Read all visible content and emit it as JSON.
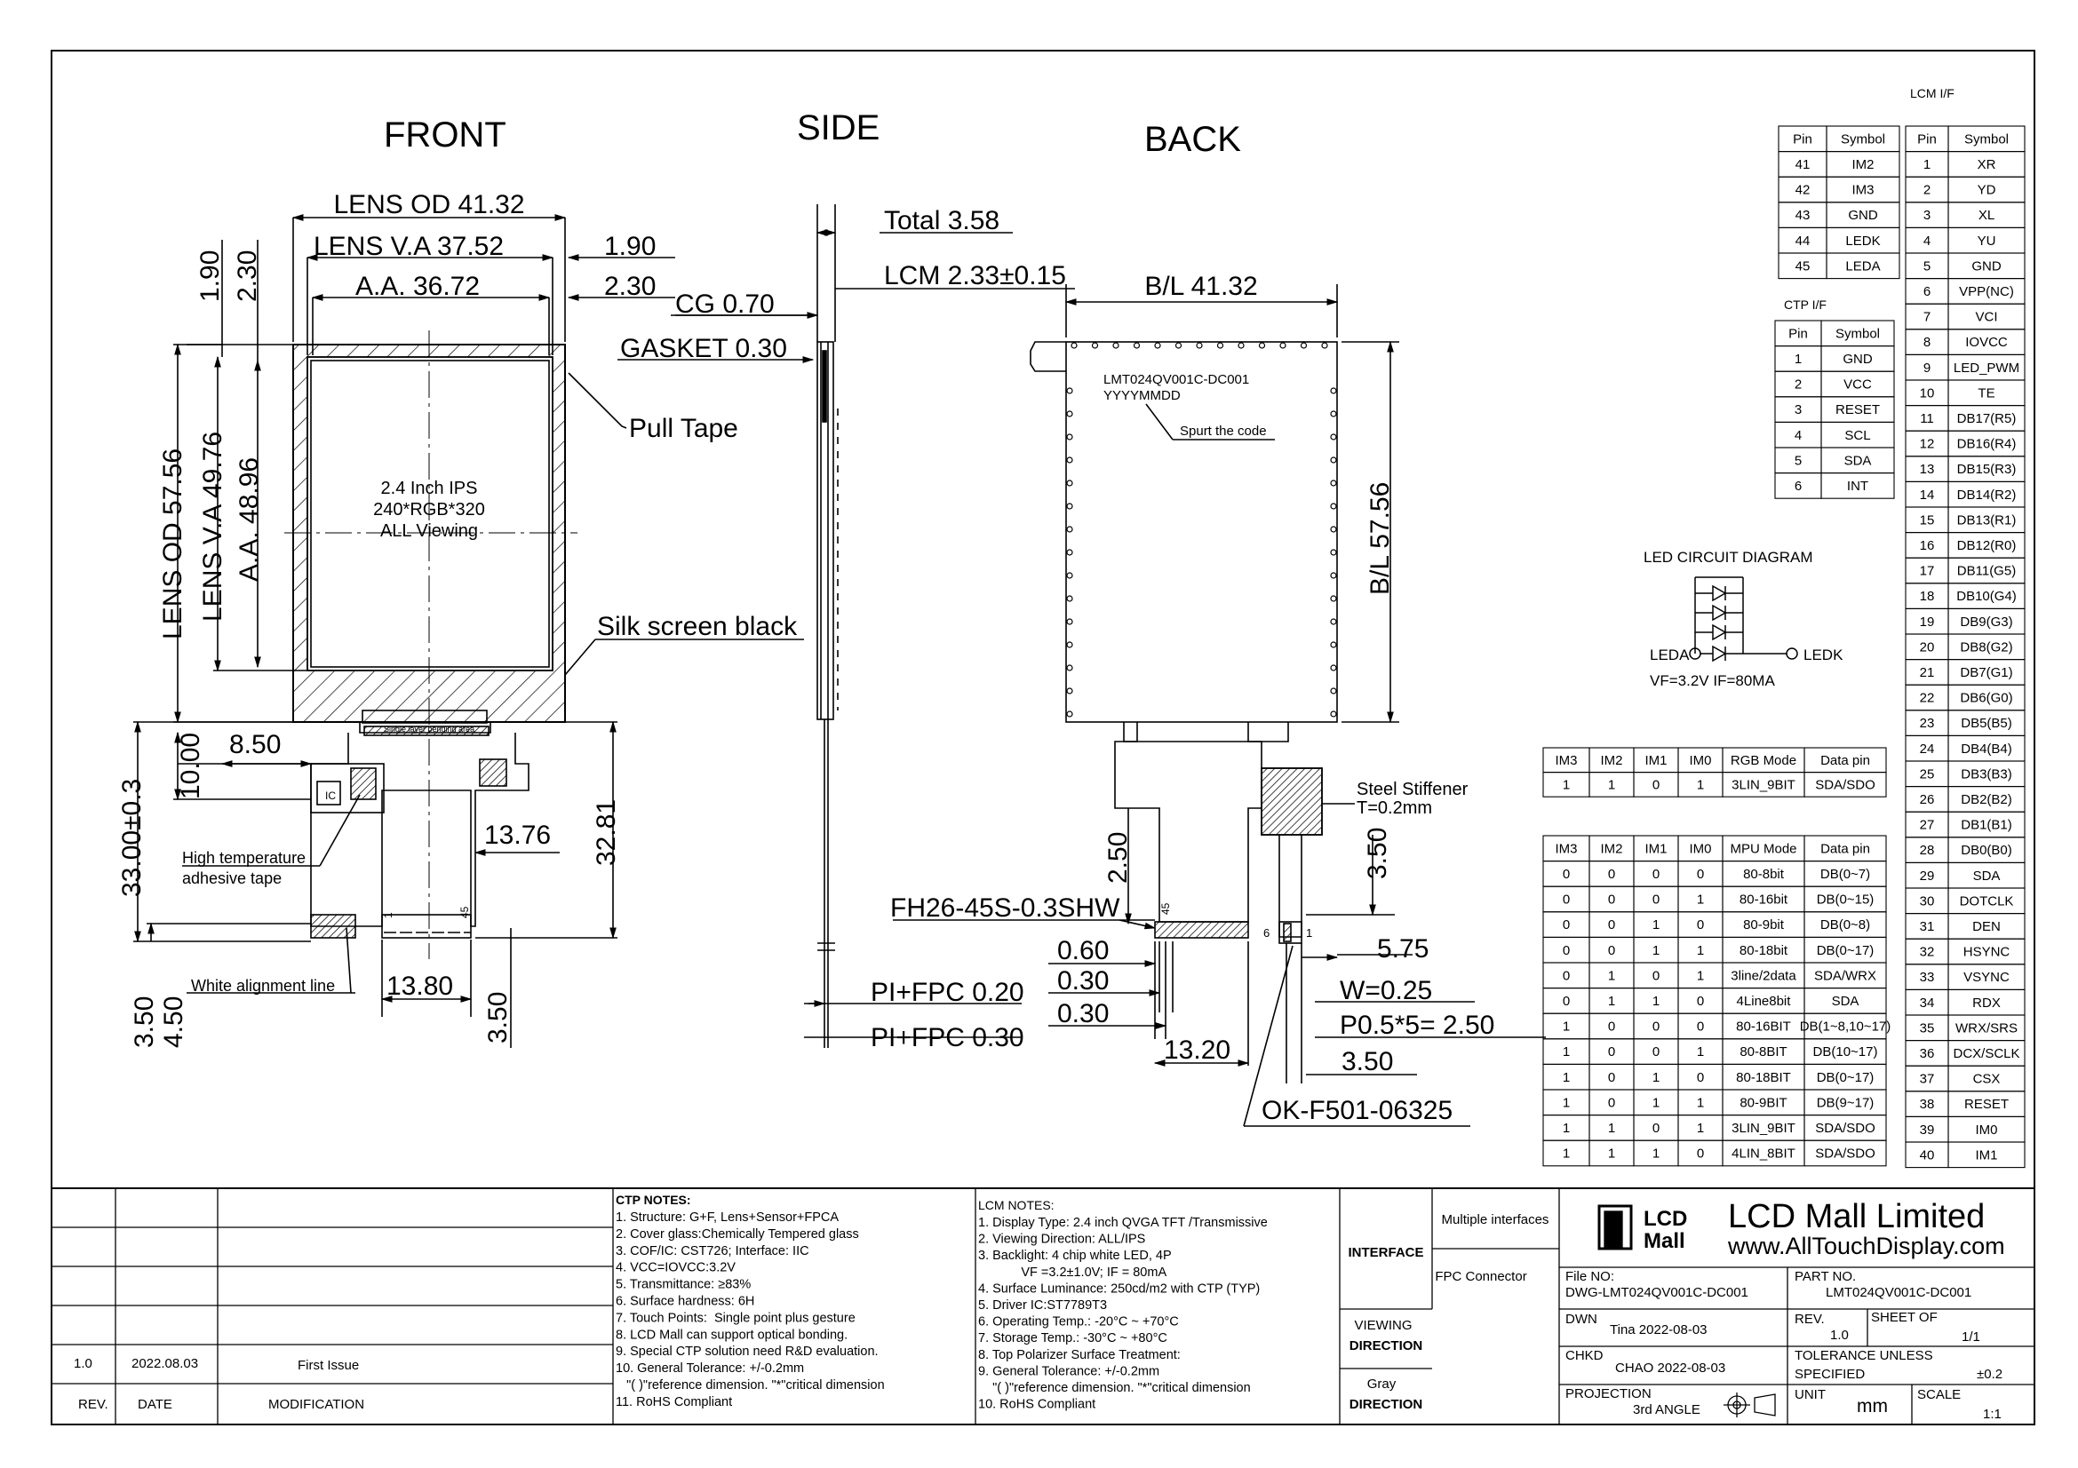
{
  "front": {
    "title": "FRONT",
    "lens_od_w": "LENS OD 41.32",
    "lens_va_w": "LENS V.A 37.52",
    "aa_w": "A.A. 36.72",
    "dim_190_top": "1.90",
    "dim_230_top": "2.30",
    "dim_190_right": "1.90",
    "dim_230_right": "2.30",
    "lens_od_h": "LENS OD 57.56",
    "lens_va_h": "LENS V.A 49.76",
    "aa_h": "A.A. 48.96",
    "screen_line1": "2.4 Inch  IPS",
    "screen_line2": "240*RGB*320",
    "screen_line3": "ALL Viewing",
    "pull_tape": "Pull Tape",
    "silk_screen": "Silk screen black",
    "bending_area": "Single layer bending area",
    "ic_label": "IC",
    "dim_850": "8.50",
    "dim_1000": "10.00",
    "dim_3300": "33.00±0.3",
    "dim_1376": "13.76",
    "dim_3281": "32.81",
    "high_temp_1": "High temperature",
    "high_temp_2": "adhesive tape",
    "white_align": "White alignment line",
    "dim_1380": "13.80",
    "dim_350a": "3.50",
    "dim_450": "4.50",
    "dim_350b": "3.50",
    "pin_1": "1",
    "pin_45": "45"
  },
  "side": {
    "title": "SIDE",
    "total": "Total 3.58",
    "lcm": "LCM 2.33±0.15",
    "cg": "CG 0.70",
    "gasket": "GASKET 0.30",
    "pi_fpc_020": "PI+FPC 0.20",
    "pi_fpc_030": "PI+FPC 0.30"
  },
  "back": {
    "title": "BACK",
    "bl_w": "B/L 41.32",
    "bl_h": "B/L 57.56",
    "part_code": "LMT024QV001C-DC001",
    "date_code": "YYYYMMDD",
    "spurt": "Spurt the code",
    "steel_1": "Steel  Stiffener",
    "steel_2": "T=0.2mm",
    "dim_250": "2.50",
    "dim_350": "3.50",
    "connector": "FH26-45S-0.3SHW",
    "dim_060": "0.60",
    "dim_030a": "0.30",
    "dim_030b": "0.30",
    "dim_1320": "13.20",
    "dim_575": "5.75",
    "w": "W=0.25",
    "pitch": "P0.5*5= 2.50",
    "dim_350b": "3.50",
    "ok_part": "OK-F501-06325",
    "pin_45": "45",
    "pin_6": "6",
    "pin_1": "1"
  },
  "lcm_if": {
    "title": "LCM I/F",
    "headers": [
      "Pin",
      "Symbol",
      "Pin",
      "Symbol"
    ],
    "left_rows": [
      [
        "41",
        "IM2"
      ],
      [
        "42",
        "IM3"
      ],
      [
        "43",
        "GND"
      ],
      [
        "44",
        "LEDK"
      ],
      [
        "45",
        "LEDA"
      ]
    ],
    "right_rows": [
      [
        "1",
        "XR"
      ],
      [
        "2",
        "YD"
      ],
      [
        "3",
        "XL"
      ],
      [
        "4",
        "YU"
      ],
      [
        "5",
        "GND"
      ],
      [
        "6",
        "VPP(NC)"
      ],
      [
        "7",
        "VCI"
      ],
      [
        "8",
        "IOVCC"
      ],
      [
        "9",
        "LED_PWM"
      ],
      [
        "10",
        "TE"
      ],
      [
        "11",
        "DB17(R5)"
      ],
      [
        "12",
        "DB16(R4)"
      ],
      [
        "13",
        "DB15(R3)"
      ],
      [
        "14",
        "DB14(R2)"
      ],
      [
        "15",
        "DB13(R1)"
      ],
      [
        "16",
        "DB12(R0)"
      ],
      [
        "17",
        "DB11(G5)"
      ],
      [
        "18",
        "DB10(G4)"
      ],
      [
        "19",
        "DB9(G3)"
      ],
      [
        "20",
        "DB8(G2)"
      ],
      [
        "21",
        "DB7(G1)"
      ],
      [
        "22",
        "DB6(G0)"
      ],
      [
        "23",
        "DB5(B5)"
      ],
      [
        "24",
        "DB4(B4)"
      ],
      [
        "25",
        "DB3(B3)"
      ],
      [
        "26",
        "DB2(B2)"
      ],
      [
        "27",
        "DB1(B1)"
      ],
      [
        "28",
        "DB0(B0)"
      ],
      [
        "29",
        "SDA"
      ],
      [
        "30",
        "DOTCLK"
      ],
      [
        "31",
        "DEN"
      ],
      [
        "32",
        "HSYNC"
      ],
      [
        "33",
        "VSYNC"
      ],
      [
        "34",
        "RDX"
      ],
      [
        "35",
        "WRX/SRS"
      ],
      [
        "36",
        "DCX/SCLK"
      ],
      [
        "37",
        "CSX"
      ],
      [
        "38",
        "RESET"
      ],
      [
        "39",
        "IM0"
      ],
      [
        "40",
        "IM1"
      ]
    ]
  },
  "ctp_if": {
    "title": "CTP I/F",
    "headers": [
      "Pin",
      "Symbol"
    ],
    "rows": [
      [
        "1",
        "GND"
      ],
      [
        "2",
        "VCC"
      ],
      [
        "3",
        "RESET"
      ],
      [
        "4",
        "SCL"
      ],
      [
        "5",
        "SDA"
      ],
      [
        "6",
        "INT"
      ]
    ]
  },
  "led": {
    "title": "LED CIRCUIT DIAGRAM",
    "leda": "LEDA",
    "ledk": "LEDK",
    "spec": "VF=3.2V  IF=80MA"
  },
  "rgb_table": {
    "headers": [
      "IM3",
      "IM2",
      "IM1",
      "IM0",
      "RGB Mode",
      "Data pin"
    ],
    "rows": [
      [
        "1",
        "1",
        "0",
        "1",
        "3LIN_9BIT",
        "SDA/SDO"
      ]
    ]
  },
  "mpu_table": {
    "headers": [
      "IM3",
      "IM2",
      "IM1",
      "IM0",
      "MPU Mode",
      "Data pin"
    ],
    "rows": [
      [
        "0",
        "0",
        "0",
        "0",
        "80-8bit",
        "DB(0~7)"
      ],
      [
        "0",
        "0",
        "0",
        "1",
        "80-16bit",
        "DB(0~15)"
      ],
      [
        "0",
        "0",
        "1",
        "0",
        "80-9bit",
        "DB(0~8)"
      ],
      [
        "0",
        "0",
        "1",
        "1",
        "80-18bit",
        "DB(0~17)"
      ],
      [
        "0",
        "1",
        "0",
        "1",
        "3line/2data",
        "SDA/WRX"
      ],
      [
        "0",
        "1",
        "1",
        "0",
        "4Line8bit",
        "SDA"
      ],
      [
        "1",
        "0",
        "0",
        "0",
        "80-16BIT",
        "DB(1~8,10~17)"
      ],
      [
        "1",
        "0",
        "0",
        "1",
        "80-8BIT",
        "DB(10~17)"
      ],
      [
        "1",
        "0",
        "1",
        "0",
        "80-18BIT",
        "DB(0~17)"
      ],
      [
        "1",
        "0",
        "1",
        "1",
        "80-9BIT",
        "DB(9~17)"
      ],
      [
        "1",
        "1",
        "0",
        "1",
        "3LIN_9BIT",
        "SDA/SDO"
      ],
      [
        "1",
        "1",
        "1",
        "0",
        "4LIN_8BIT",
        "SDA/SDO"
      ]
    ]
  },
  "revision": {
    "rev": "1.0",
    "date": "2022.08.03",
    "mod": "First Issue",
    "h_rev": "REV.",
    "h_date": "DATE",
    "h_mod": "MODIFICATION"
  },
  "ctp_notes": {
    "title": "CTP NOTES:",
    "lines": [
      "1. Structure: G+F, Lens+Sensor+FPCA",
      "2. Cover glass:Chemically Tempered glass",
      "3. COF/IC: CST726; Interface: IIC",
      "4. VCC=IOVCC:3.2V",
      "5. Transmittance: ≥83%",
      "6. Surface hardness: 6H",
      "7. Touch Points:  Single point plus gesture",
      "8. LCD Mall can support optical bonding.",
      "9. Special CTP solution need R&D evaluation.",
      "10. General Tolerance: +/-0.2mm",
      "   \"( )\"reference dimension. \"*\"critical dimension",
      "11. RoHS Compliant"
    ]
  },
  "lcm_notes": {
    "title": "LCM NOTES:",
    "lines": [
      "1. Display Type: 2.4 inch QVGA TFT /Transmissive",
      "2. Viewing Direction: ALL/IPS",
      "3. Backlight: 4 chip white LED, 4P",
      "            VF =3.2±1.0V; IF = 80mA",
      "4. Surface Luminance: 250cd/m2 with CTP (TYP)",
      "5. Driver IC:ST7789T3",
      "6. Operating Temp.: -20°C ~ +70°C",
      "7. Storage Temp.: -30°C ~ +80°C",
      "8. Top Polarizer Surface Treatment:",
      "9. General Tolerance: +/-0.2mm",
      "    \"( )\"reference dimension. \"*\"critical dimension",
      "10. RoHS Compliant"
    ]
  },
  "title_block": {
    "interface": "INTERFACE",
    "multi": "Multiple interfaces",
    "fpc": "FPC Connector",
    "viewing_1": "VIEWING",
    "viewing_2": "DIRECTION",
    "gray_1": "Gray",
    "gray_2": "DIRECTION",
    "company": "LCD Mall Limited",
    "website": "www.AllTouchDisplay.com",
    "logo_1": "LCD",
    "logo_2": "Mall",
    "file_no_label": "File NO:",
    "file_no": "DWG-LMT024QV001C-DC001",
    "part_no_label": "PART NO.",
    "part_no": "LMT024QV001C-DC001",
    "dwn_label": "DWN",
    "dwn": "Tina   2022-08-03",
    "rev_label": "REV.",
    "rev": "1.0",
    "sheet_label": "SHEET OF",
    "sheet": "1/1",
    "chkd_label": "CHKD",
    "chkd": "CHAO   2022-08-03",
    "tol_label_1": "TOLERANCE UNLESS",
    "tol_label_2": "SPECIFIED",
    "tol": "±0.2",
    "proj_label": "PROJECTION",
    "proj": "3rd ANGLE",
    "unit_label": "UNIT",
    "unit": "mm",
    "scale_label": "SCALE",
    "scale": "1:1"
  }
}
